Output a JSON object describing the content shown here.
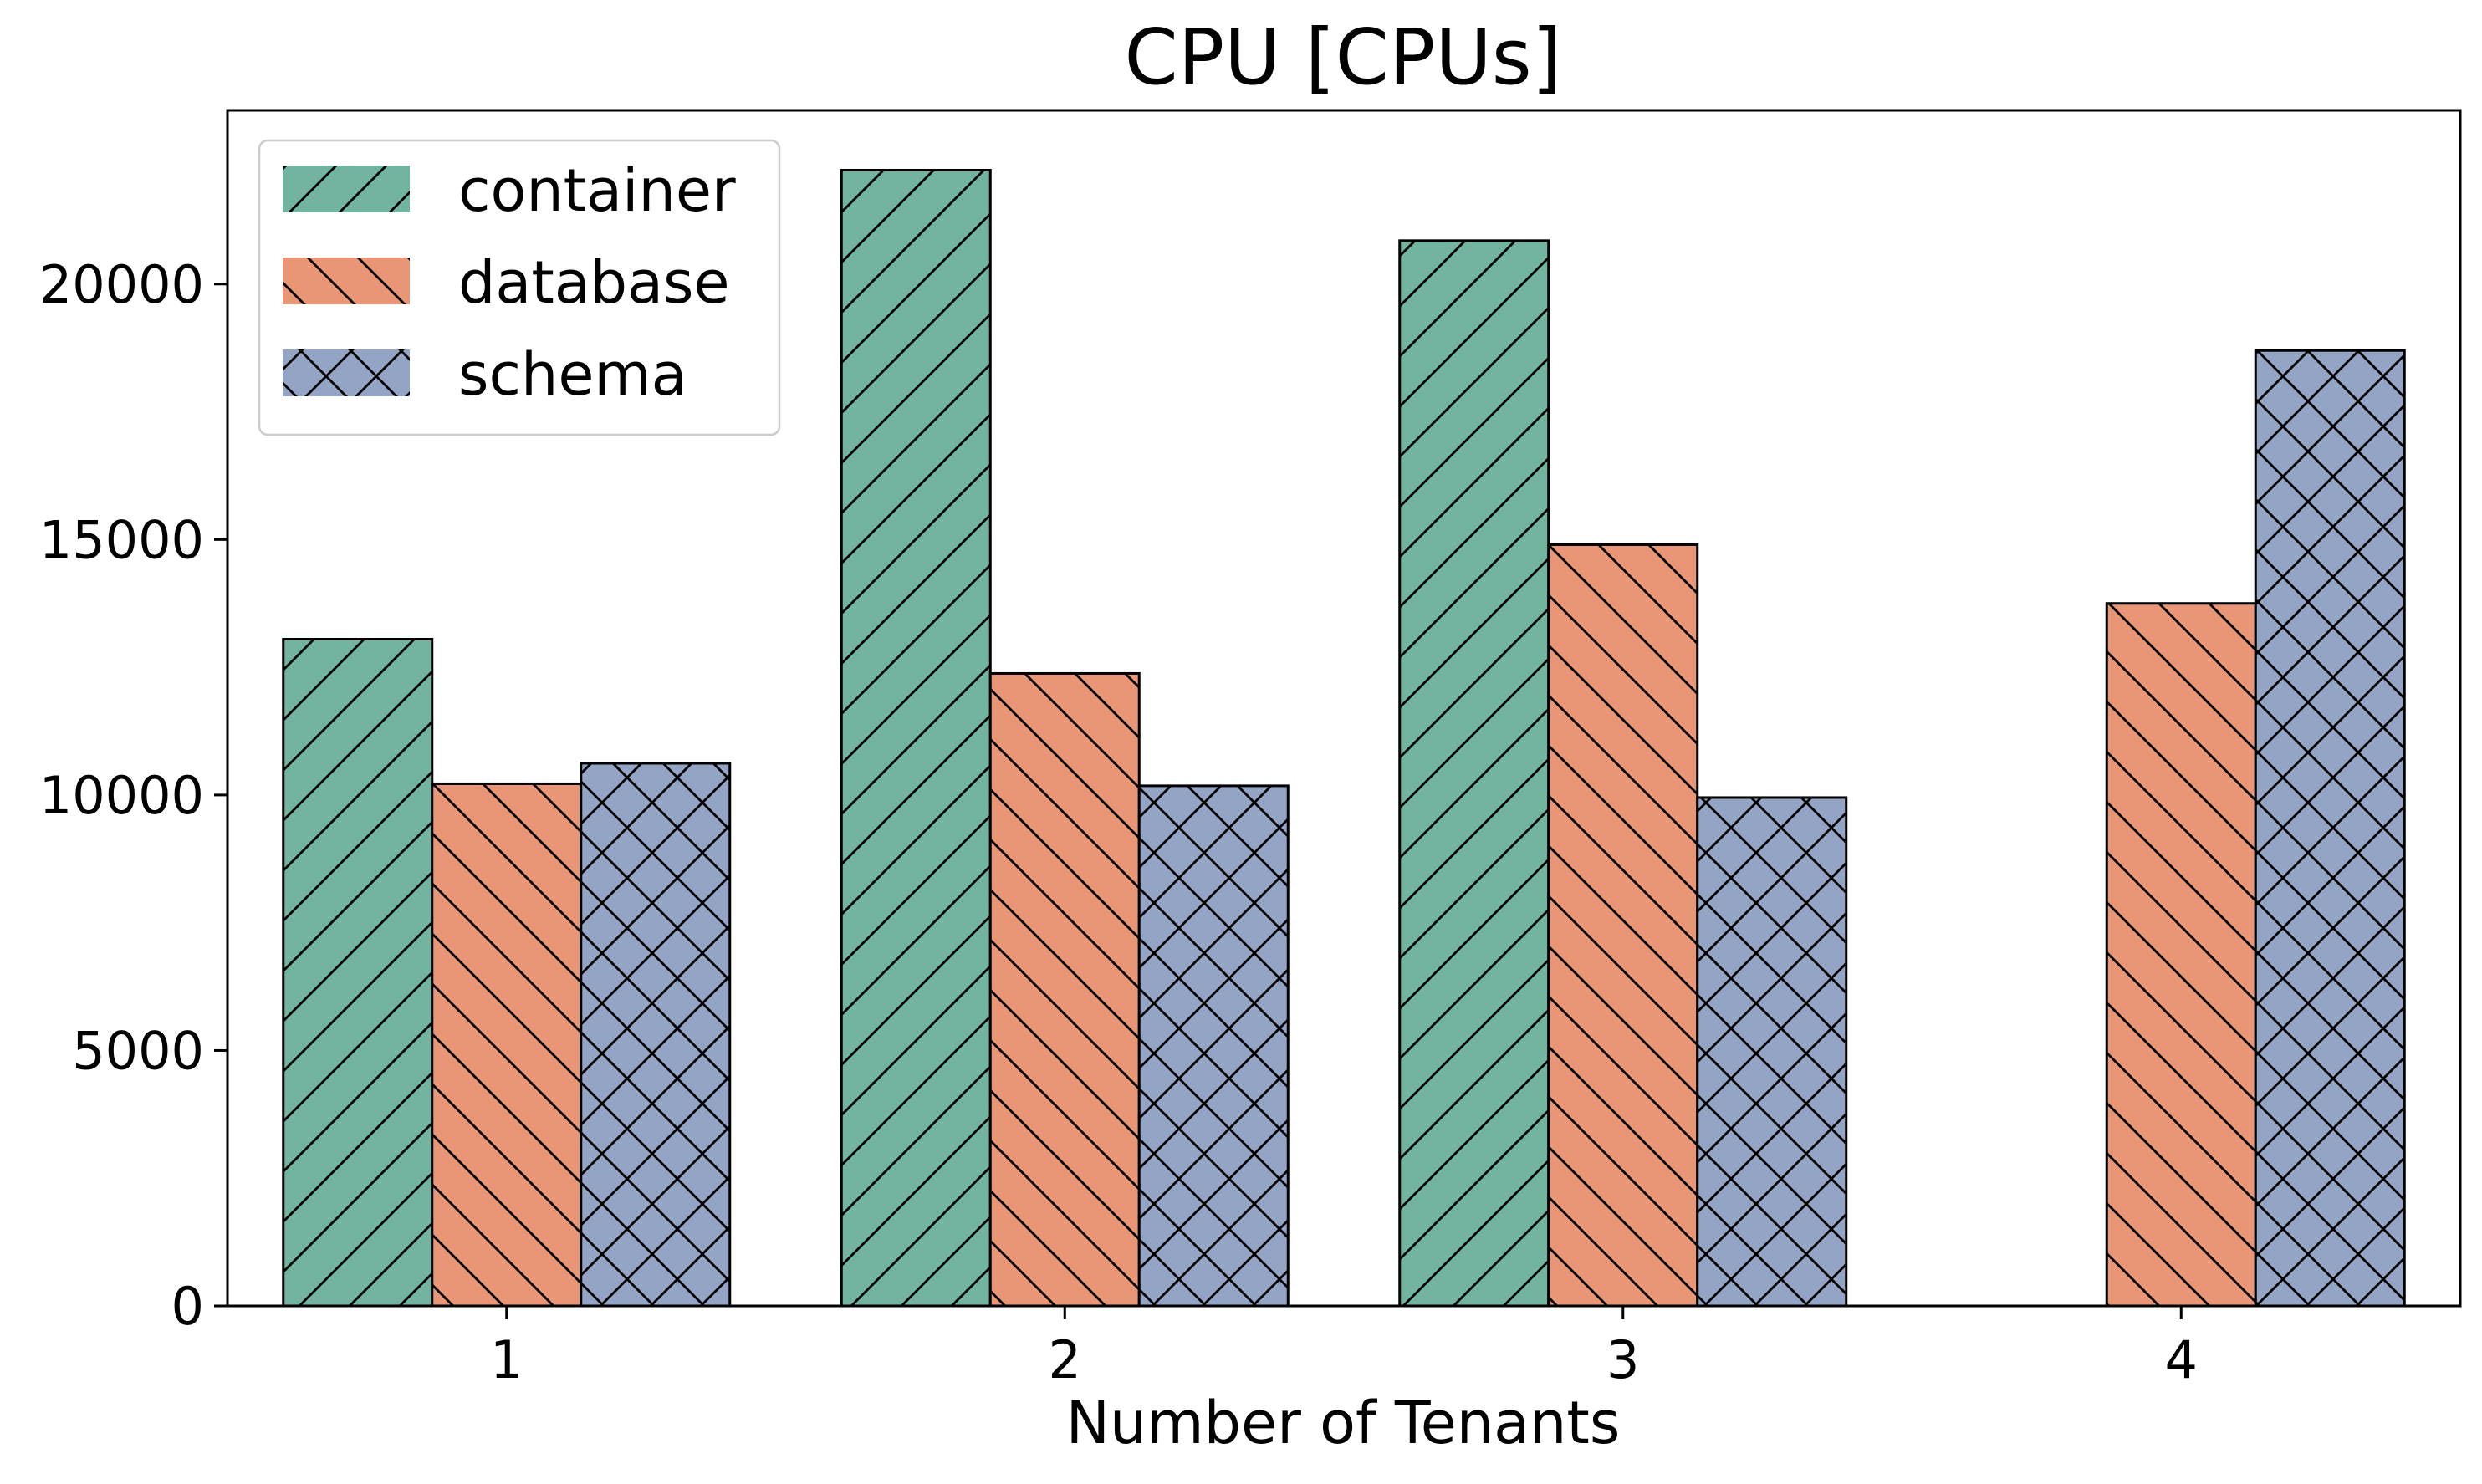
{
  "chart_data": {
    "type": "bar",
    "title": "CPU [CPUs]",
    "xlabel": "Number of Tenants",
    "ylabel": "",
    "categories": [
      "1",
      "2",
      "3",
      "4"
    ],
    "series": [
      {
        "name": "container",
        "values": [
          13050,
          22230,
          20850,
          null
        ],
        "color": "#72b4a0",
        "hatch": "forward-diagonal"
      },
      {
        "name": "database",
        "values": [
          10220,
          12380,
          14900,
          13750
        ],
        "color": "#e89676",
        "hatch": "backward-diagonal"
      },
      {
        "name": "schema",
        "values": [
          10620,
          10180,
          9950,
          18700
        ],
        "color": "#94a4c4",
        "hatch": "cross"
      }
    ],
    "ylim": [
      0,
      23400
    ],
    "yticks": [
      0,
      5000,
      10000,
      15000,
      20000
    ],
    "grid": false,
    "legend": "top-left"
  }
}
